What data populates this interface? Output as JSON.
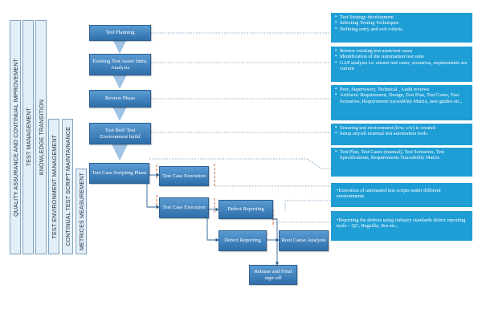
{
  "side_bars": [
    "QUALITY ASSURANCE AND CONTINUAL IMPROVEMENT",
    "TEST MANAGEMENT",
    "KNOWLEDGE TRANSITION",
    "TEST ENVIRONMENT MANAGEMENT",
    "CONTINUAL TEST SCRIPT MAINTAINANCE",
    "METRICES MEASUREMENT"
  ],
  "steps": {
    "test_planning": "Test Planning",
    "existing_test_asset": "Existing Test Asset/ Infra. Analysis",
    "review_phase": "Review Phase",
    "test_bed": "Test Bed/ Test Environment build",
    "test_case_scripting": "Test Case Scripting Phase",
    "test_case_execution_1": "Test Case Execution",
    "test_case_execution_2": "Test Case Execution",
    "defect_reporting_1": "Defect Reporting",
    "defect_reporting_2": "Defect Reporting",
    "root_cause_analysis": "Root Cause Analysis",
    "release": "Release and Final sign-off"
  },
  "notes": {
    "planning": [
      "Test Strategy development",
      "Selecting Testing Techniques",
      "Defining entry and exit criteria"
    ],
    "existing": [
      "Review existing test asset/test cases",
      "Identification of the Automation test suite",
      "GAP analysis i.e. ensure test cases, scenarios, requirements are current"
    ],
    "review": [
      "Peer, Supervisory, Technical , Audit reviews",
      "Artifacts: Requirement, Design, Test Plan, Test Cases, Test Scenarios, Requirement traceability Matrix, user guides etc.,"
    ],
    "testbed": [
      "Ensuring test environment (h/w, s/w) is created",
      "Setup any/all external test automation tools"
    ],
    "scripting": [
      "Test Plan, Test Cases (manual), Test Scenarios, Test Specifications, Requirements Traceability Matrix"
    ],
    "execution": [
      "•Execution of automated test scripts under different environments"
    ],
    "defects": [
      "•Reporting the defects using industry standards defect reporting tools – QC, Bugzilla, Jira etc.,"
    ]
  }
}
